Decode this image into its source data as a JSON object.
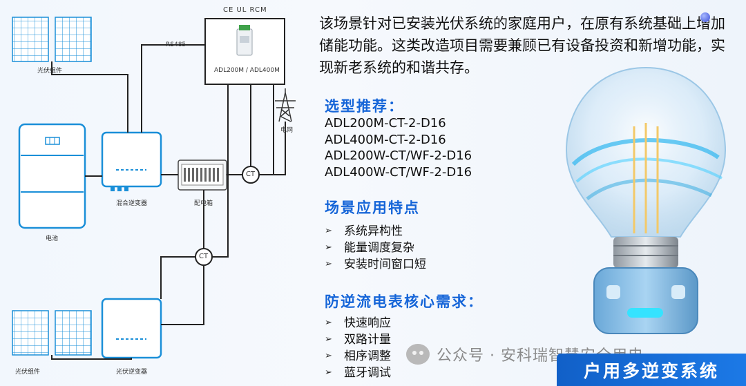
{
  "diagram": {
    "cert_marks": "CE   UL   RCM",
    "rs485_label": "RS485",
    "meter_model_label": "ADL200M / ADL400M",
    "pv_module_label_top": "光伏组件",
    "pv_module_label_bottom": "光伏组件",
    "battery_label": "电池",
    "hybrid_inverter_label": "混合逆变器",
    "pv_inverter_label": "光伏逆变器",
    "distribution_box_label": "配电箱",
    "grid_label": "电网",
    "ct_label_1": "CT",
    "ct_label_2": "CT"
  },
  "intro_text": "该场景针对已安装光伏系统的家庭用户，在原有系统基础上增加储能功能。这类改造项目需要兼顾已有设备投资和新增功能，实现新老系统的和谐共存。",
  "selection": {
    "heading": "选型推荐：",
    "models": [
      "ADL200M-CT-2-D16",
      "ADL400M-CT-2-D16",
      "ADL200W-CT/WF-2-D16",
      "ADL400W-CT/WF-2-D16"
    ]
  },
  "features": {
    "heading": "场景应用特点",
    "items": [
      "系统异构性",
      "能量调度复杂",
      "安装时间窗口短"
    ]
  },
  "requirements": {
    "heading": "防逆流电表核心需求：",
    "items": [
      "快速响应",
      "双路计量",
      "相序调整",
      "蓝牙调试"
    ]
  },
  "watermark": "公众号 · 安科瑞智慧安全用电",
  "banner": "户用多逆变系统",
  "colors": {
    "heading": "#1565d8",
    "banner": "#1565d8",
    "line": "#222222",
    "device_border": "#1a8fd8"
  }
}
